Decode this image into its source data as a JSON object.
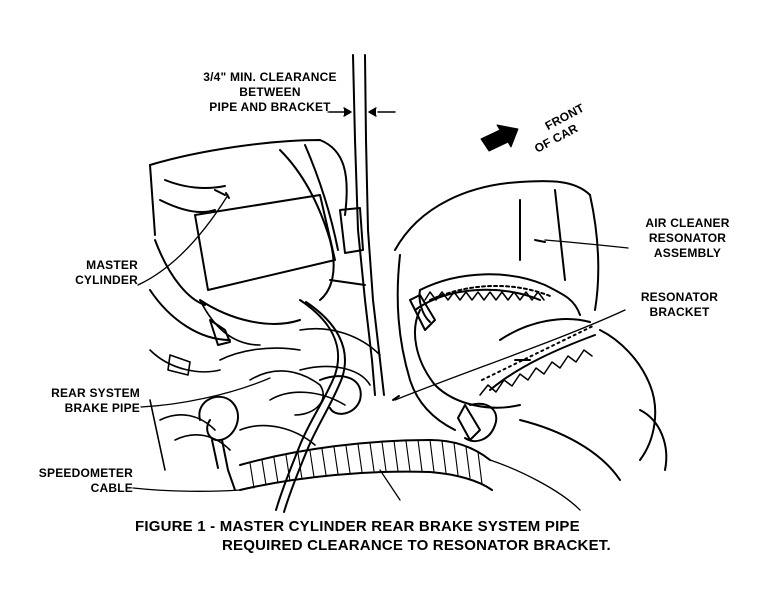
{
  "labels": {
    "clearance": [
      "3/4\" MIN. CLEARANCE",
      "BETWEEN",
      "PIPE AND BRACKET"
    ],
    "front": [
      "FRONT",
      "OF CAR"
    ],
    "air_cleaner": [
      "AIR CLEANER",
      "RESONATOR",
      "ASSEMBLY"
    ],
    "resonator_bracket": [
      "RESONATOR",
      "BRACKET"
    ],
    "master_cylinder": [
      "MASTER",
      "CYLINDER"
    ],
    "rear_pipe": [
      "REAR SYSTEM",
      "BRAKE PIPE"
    ],
    "speedometer": [
      "SPEEDOMETER",
      "CABLE"
    ]
  },
  "caption": {
    "line1": "FIGURE 1 - MASTER CYLINDER REAR BRAKE SYSTEM PIPE",
    "line2": "REQUIRED CLEARANCE TO RESONATOR BRACKET."
  }
}
